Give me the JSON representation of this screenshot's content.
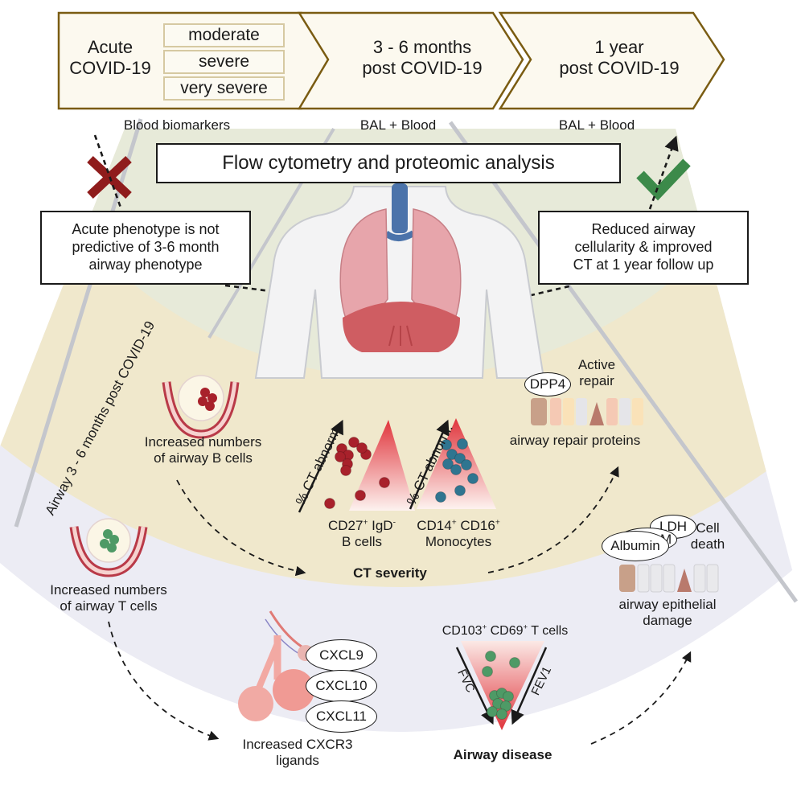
{
  "timeline": {
    "stages": [
      {
        "id": "acute",
        "label_line1": "Acute",
        "label_line2": "COVID-19",
        "sample": "Blood biomarkers"
      },
      {
        "id": "3-6-months",
        "label_line1": "3 - 6 months",
        "label_line2": "post COVID-19",
        "sample": "BAL + Blood"
      },
      {
        "id": "1-year",
        "label_line1": "1 year",
        "label_line2": "post COVID-19",
        "sample": "BAL + Blood"
      }
    ],
    "severity_levels": [
      "moderate",
      "severe",
      "very severe"
    ]
  },
  "analysis_banner": "Flow cytometry and proteomic analysis",
  "findings": {
    "negative": {
      "icon": "cross-icon",
      "lines": [
        "Acute phenotype is not",
        "predictive of 3-6 month",
        "airway phenotype"
      ]
    },
    "positive": {
      "icon": "check-icon",
      "lines": [
        "Reduced airway",
        "cellularity & improved",
        "CT at 1 year follow up"
      ]
    }
  },
  "side_label": "Airway 3 - 6 months post COVID-19",
  "middle_band": {
    "b_cells_caption": [
      "Increased numbers",
      "of airway B cells"
    ],
    "axis_label": "% CT abnorm.",
    "b_cell_triangle": {
      "line1_main": "CD27",
      "line1_sup": "+",
      "line1_main2": " IgD",
      "line1_sup2": "-",
      "line2": "B cells"
    },
    "monocyte_triangle": {
      "line1_main": "CD14",
      "line1_sup": "+",
      "line1_main2": " CD16",
      "line1_sup2": "+",
      "line2": "Monocytes"
    },
    "outcome": "CT severity",
    "repair": {
      "marker": "DPP4",
      "title": [
        "Active",
        "repair"
      ],
      "caption": "airway repair proteins"
    }
  },
  "outer_band": {
    "t_cells_caption": [
      "Increased numbers",
      "of airway T cells"
    ],
    "ligands": [
      "CXCL9",
      "CXCL10",
      "CXCL11"
    ],
    "ligands_caption": [
      "Increased CXCR3",
      "ligands"
    ],
    "t_cell_triangle": {
      "line1": "CD103",
      "sup1": "+",
      "line1b": " CD69",
      "sup2": "+",
      "line1c": " T cells",
      "left_axis": "FVC",
      "right_axis": "FEV1"
    },
    "outcome": "Airway disease",
    "damage": {
      "markers": [
        "LDH",
        "EPCAM",
        "Albumin"
      ],
      "title": [
        "Cell",
        "death"
      ],
      "caption": [
        "airway epithelial",
        "damage"
      ]
    }
  },
  "colors": {
    "timeline_fill": "#fcf9ef",
    "timeline_border": "#7a5c12",
    "inner_band": "#e7ead9",
    "middle_band": "#f0e8cc",
    "outer_band": "#ececf4",
    "boundary": "#c4c6cc",
    "cross": "#8f1c1c",
    "check": "#3c8a4a",
    "b_cell": "#a8212b",
    "monocyte": "#2f7590",
    "t_cell": "#4e9a66"
  }
}
